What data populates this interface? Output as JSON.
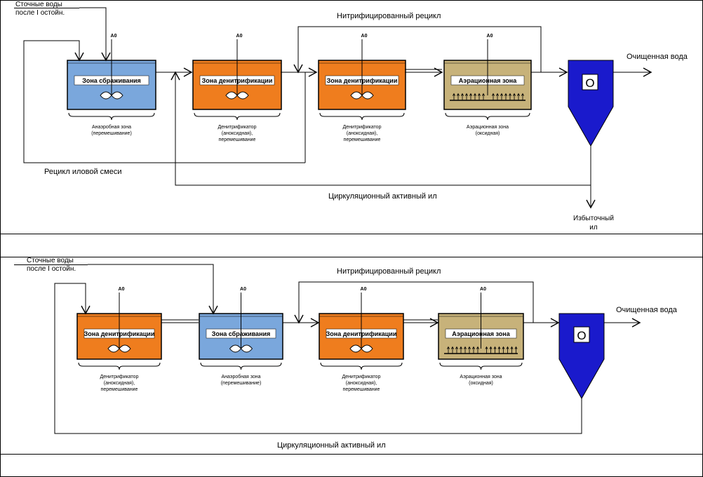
{
  "scheme1": {
    "inflow_label": [
      "Сточные воды",
      "после I остойн."
    ],
    "mixer_label": "А0",
    "tanks": [
      {
        "title": "Зона сбраживания",
        "fill": "#7aa7dc",
        "caption": [
          "Анаэробная зона",
          "(перемешивание)"
        ],
        "device": "mixer"
      },
      {
        "title": "Зона денитрификации",
        "fill": "#ef7d1e",
        "caption": [
          "Денитрификатор",
          "(аноксидная),",
          "перемешивание"
        ],
        "device": "mixer"
      },
      {
        "title": "Зона денитрификации",
        "fill": "#ef7d1e",
        "caption": [
          "Денитрификатор",
          "(аноксидная),",
          "перемешивание"
        ],
        "device": "mixer"
      },
      {
        "title": "Аэрационная зона",
        "fill": "#c7b27a",
        "caption": [
          "Аэрационная зона",
          "(оксидная)"
        ],
        "device": "aerator"
      }
    ],
    "nitrified_recycle": "Нитрифицированный рецикл",
    "sludge_recycle": "Рецикл иловой смеси",
    "circulating_sludge": "Циркуляционный активный ил",
    "treated_water": "Очищенная вода",
    "excess_sludge": [
      "Избыточный",
      "ил"
    ],
    "clarifier_symbol": "O"
  },
  "scheme2": {
    "inflow_label": [
      "Сточные воды",
      "после I остойн."
    ],
    "mixer_label": "А0",
    "tanks": [
      {
        "title": "Зона денитрификации",
        "fill": "#ef7d1e",
        "caption": [
          "Денитрификатор",
          "(аноксидная),",
          "перемешивание"
        ],
        "device": "mixer"
      },
      {
        "title": "Зона сбраживания",
        "fill": "#7aa7dc",
        "caption": [
          "Анаэробная зона",
          "(перемешивание)"
        ],
        "device": "mixer"
      },
      {
        "title": "Зона денитрификации",
        "fill": "#ef7d1e",
        "caption": [
          "Денитрификатор",
          "(аноксидная),",
          "перемешивание"
        ],
        "device": "mixer"
      },
      {
        "title": "Аэрационная зона",
        "fill": "#c7b27a",
        "caption": [
          "Аэрационная зона",
          "(оксидная)"
        ],
        "device": "aerator"
      }
    ],
    "nitrified_recycle": "Нитрифицированный рецикл",
    "circulating_sludge": "Циркуляционный активный ил",
    "treated_water": "Очищенная вода",
    "clarifier_symbol": "O"
  },
  "colors": {
    "clarifier": "#1a1acc",
    "border": "#000000"
  }
}
